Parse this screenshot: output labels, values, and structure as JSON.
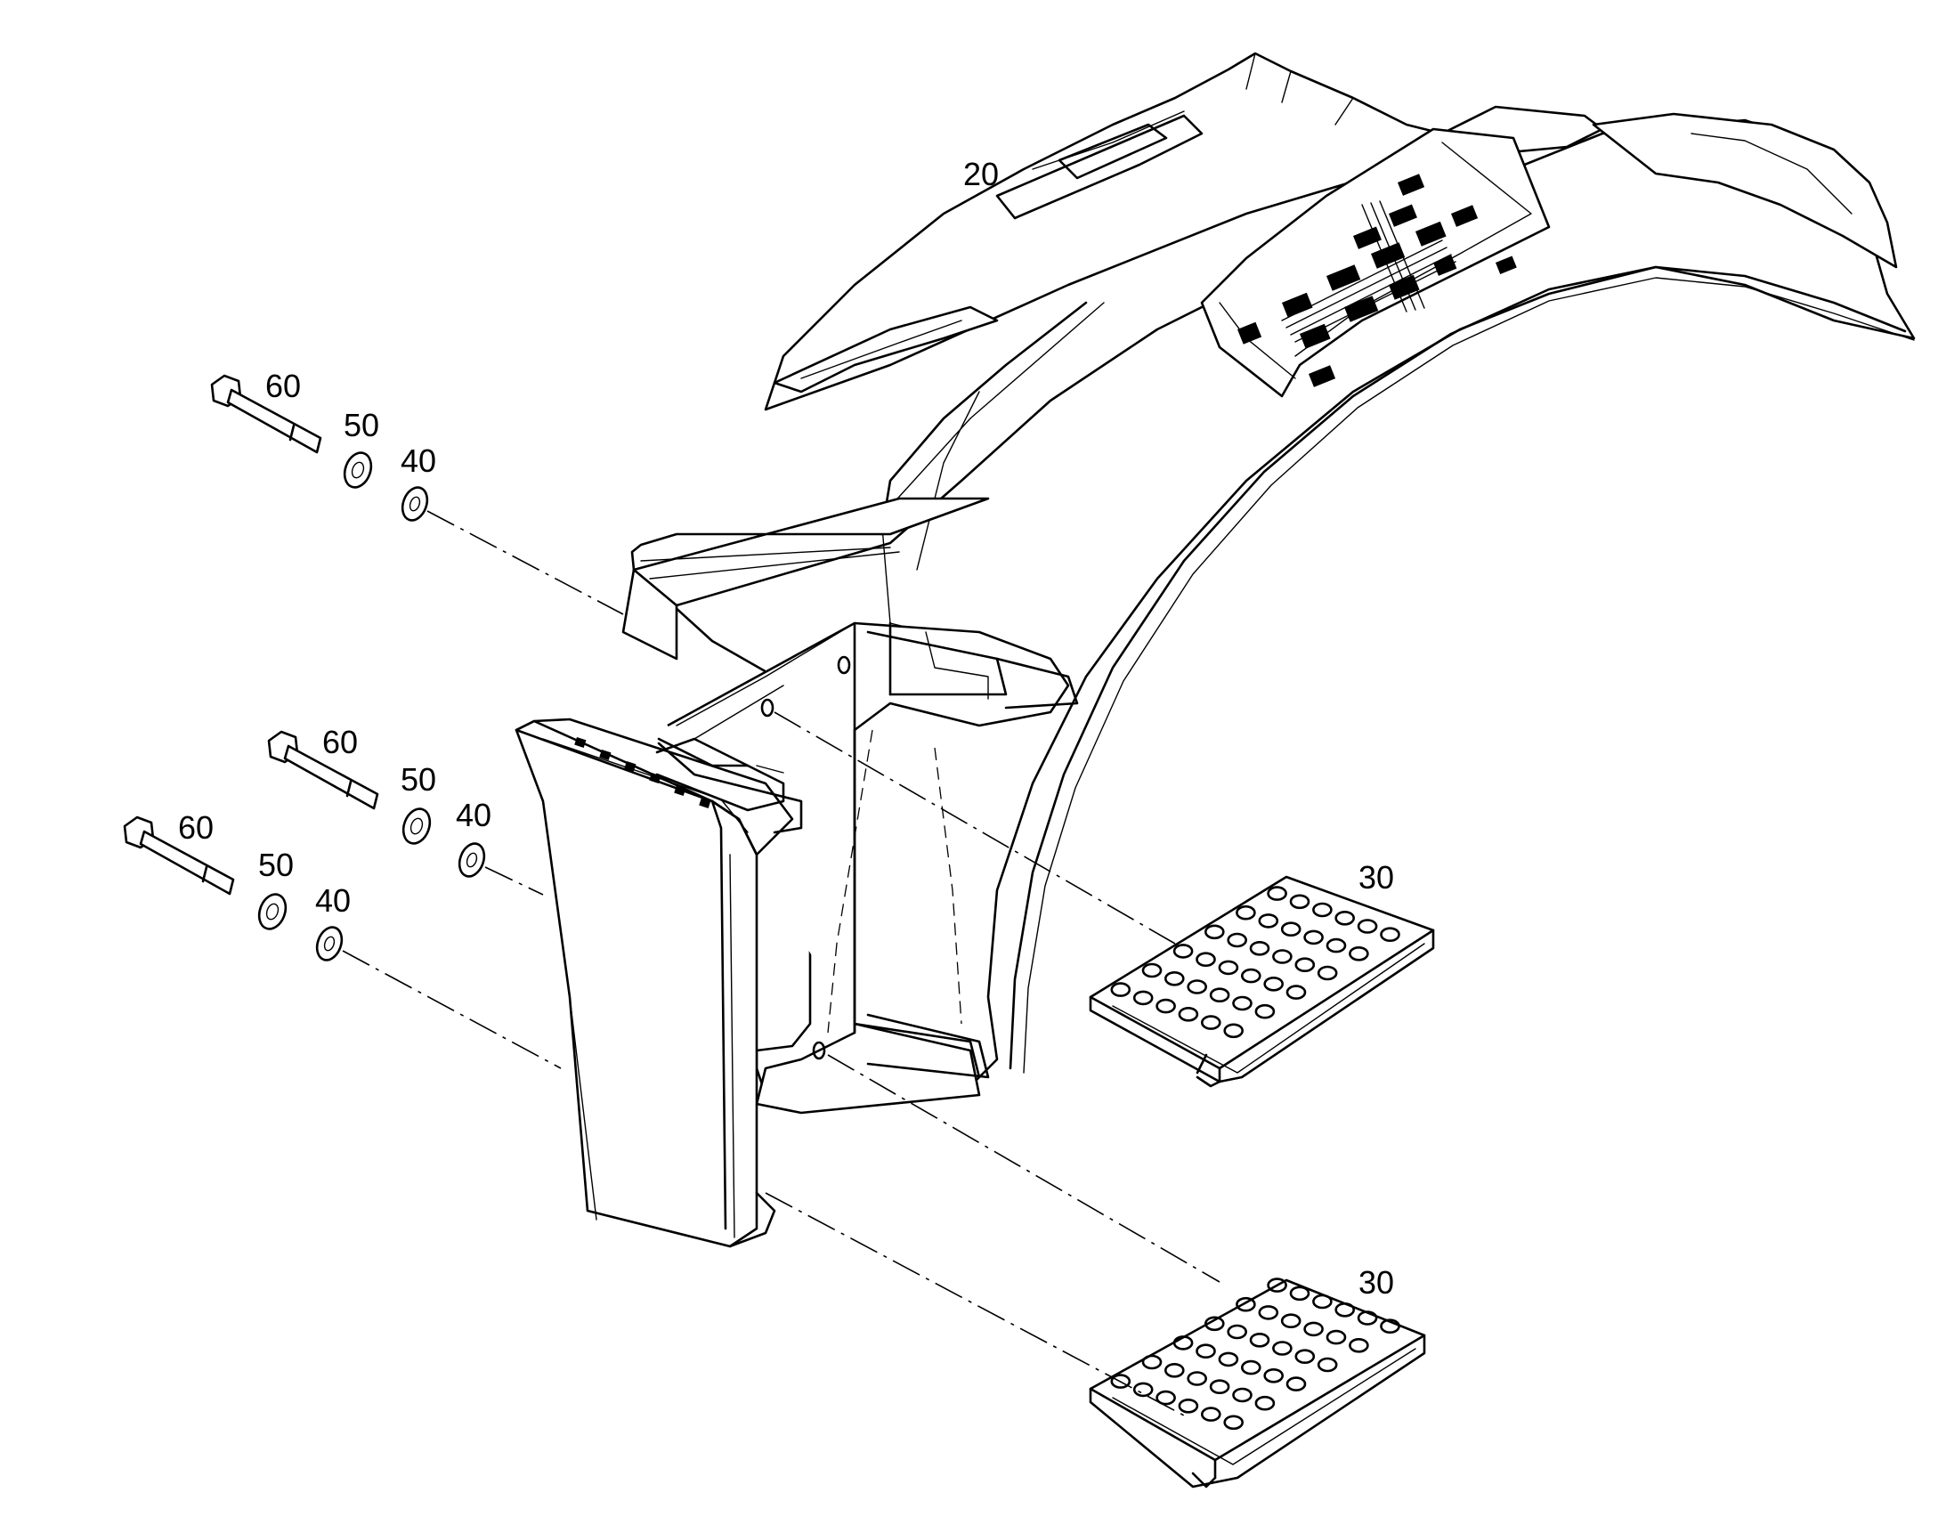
{
  "callouts": {
    "fender": "20",
    "step_upper": "30",
    "step_lower": "30",
    "bolt_top": "60",
    "washer50_top": "50",
    "washer40_top": "40",
    "bolt_mid": "60",
    "washer50_mid": "50",
    "washer40_mid": "40",
    "bolt_low": "60",
    "washer50_low": "50",
    "washer40_low": "40"
  },
  "colors": {
    "line": "#000000",
    "background": "#ffffff"
  }
}
